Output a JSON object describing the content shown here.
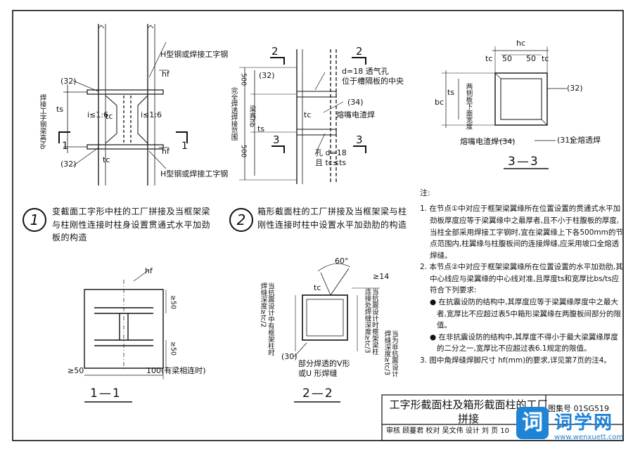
{
  "sheet": {
    "details": [
      {
        "num": "1",
        "caption": "变截面工字形中柱的工厂拼接及当框架梁与柱刚性连接时柱身设置贯通式水平加劲板的构造"
      },
      {
        "num": "2",
        "caption": "箱形截面柱的工厂拼接及当框架梁与柱刚性连接时柱中设置水平加劲肋的构造"
      }
    ],
    "section_labels": {
      "s11": "1—1",
      "s22": "2—2",
      "s33": "3—3"
    },
    "detail1_labels": {
      "top_callout": "H型钢或焊接工字钢",
      "bottom_callout": "H型钢或焊接工字钢",
      "weld": "32",
      "hf": "hf",
      "slope_l": "i≤1:6",
      "slope_r": "i≤1:6",
      "tc": "tc",
      "ts": "ts",
      "side_text": "焊接工字钢梁高hb",
      "cut": "1"
    },
    "detail2_labels": {
      "cut": "2",
      "cut3": "3",
      "dim500a": "500",
      "dim500b": "500",
      "hb": "梁高hb",
      "side_text": "完全焊透焊接范围",
      "vent": "d=18 透气孔",
      "vent2": "位于槽隔板的中央",
      "hole": "孔 d=18",
      "hole2": "且 tc≤ts",
      "weld34": "34",
      "weld34_txt": "熔嘴电渣焊",
      "weld32": "32",
      "tc": "tc",
      "ts": "ts"
    },
    "detail33_labels": {
      "hc": "hc",
      "d50a": "50",
      "d50b": "50",
      "tc": "tc",
      "bc": "bc",
      "ts": "ts",
      "side": "两侧板下面宽度",
      "w32": "32",
      "w34": "34",
      "w34_txt": "熔嘴电渣焊",
      "w31": "31",
      "w31_txt": "全熔透焊"
    },
    "detail11_labels": {
      "hf": "hf",
      "ge50a": "≥50",
      "ge50b": "≥50",
      "ge50c": "≥50",
      "d100": "100(有梁相连时)"
    },
    "detail22_labels": {
      "angle": "60°",
      "tc": "tc",
      "left_vert": "当抗震设计中有框架柱时焊缝深度≥tc/2",
      "right_vert": "当抗震设计时框架梁柱连接处焊缝深度≥tc/3",
      "right_vert2": "当为非抗震设计焊缝深度≥tc/3",
      "h14": "≥14",
      "w30": "30",
      "w30_txt": "部分焊透的V形",
      "w30_txt2": "或U 形焊缝"
    },
    "notes": {
      "header": "注:",
      "items": [
        "1. 在节点①中对应于框架梁翼缘所在位置设置的贯通式水平加劲板厚度应等于梁翼缘中之最厚者,且不小于柱腹板的厚度,当柱全部采用焊接工字钢时,宜在梁翼缘上下各500mm的节点范围内,柱翼缘与柱腹板间的连接焊缝,应采用坡口全熔透焊缝。",
        "2. 本节点②中对应于框架梁翼缘所在位置设置的水平加劲肋,其中心线应与梁翼缘的中心线对准,且厚度ts和宽厚比bs/ts应符合下列要求:"
      ],
      "bullets": [
        "● 在抗震设防的结构中,其厚度应等于梁翼缘厚度中之最大者,宽厚比不应超过表5中箱形梁翼缘在两腹板间部分的限值。",
        "● 在非抗震设防的结构中,其厚度不得小于最大梁翼缘厚度的二分之一,宽厚比不应超过表6.1规定的限值。"
      ],
      "last": "3. 图中角焊缝焊脚尺寸 hf(mm)的要求,详见第7页的注4。"
    },
    "title_block": {
      "title": "工字形截面柱及箱形截面柱的工厂拼接",
      "row": "审核 顾蔓君 校对 吴文伟 设计 刘 页 10",
      "figno": "图集号 01SG519"
    },
    "watermark": {
      "logo": "词",
      "name": "词学网",
      "url": "www.wenxuett.com"
    }
  }
}
